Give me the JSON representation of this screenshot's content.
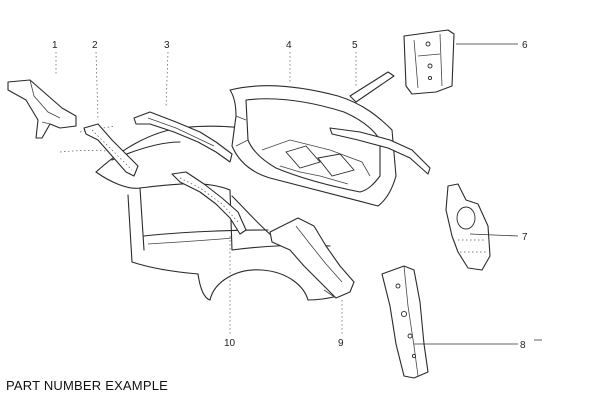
{
  "callouts": [
    {
      "id": "1",
      "label": "1"
    },
    {
      "id": "2",
      "label": "2"
    },
    {
      "id": "3",
      "label": "3"
    },
    {
      "id": "4",
      "label": "4"
    },
    {
      "id": "5",
      "label": "5"
    },
    {
      "id": "6",
      "label": "6"
    },
    {
      "id": "7",
      "label": "7"
    },
    {
      "id": "8",
      "label": "8"
    },
    {
      "id": "9",
      "label": "9"
    },
    {
      "id": "10",
      "label": "10"
    }
  ],
  "caption": "PART NUMBER EXAMPLE"
}
